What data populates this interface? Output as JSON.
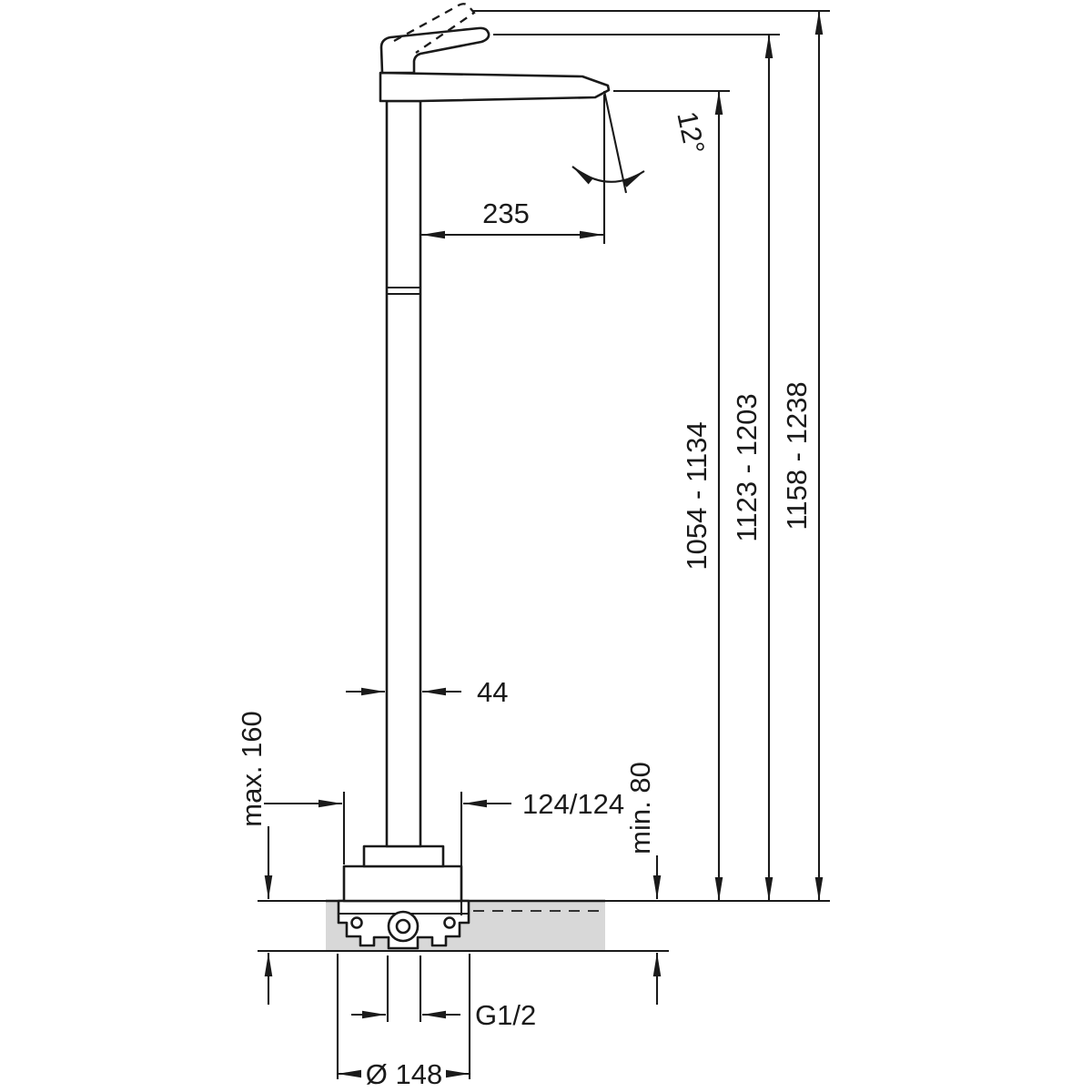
{
  "diagram": {
    "dimensions": {
      "spout_reach": "235",
      "spout_angle": "12°",
      "outlet_height_range": "1054 - 1134",
      "handle_height_range": "1123 - 1203",
      "max_height_range": "1158 - 1238",
      "riser_width": "44",
      "floor_max": "max. 160",
      "base_plate": "124/124",
      "floor_min": "min. 80",
      "connection": "G1/2",
      "base_diameter": "Ø 148"
    },
    "colors": {
      "line": "#1a1a1a",
      "floor_fill": "#d8d8d8"
    }
  }
}
